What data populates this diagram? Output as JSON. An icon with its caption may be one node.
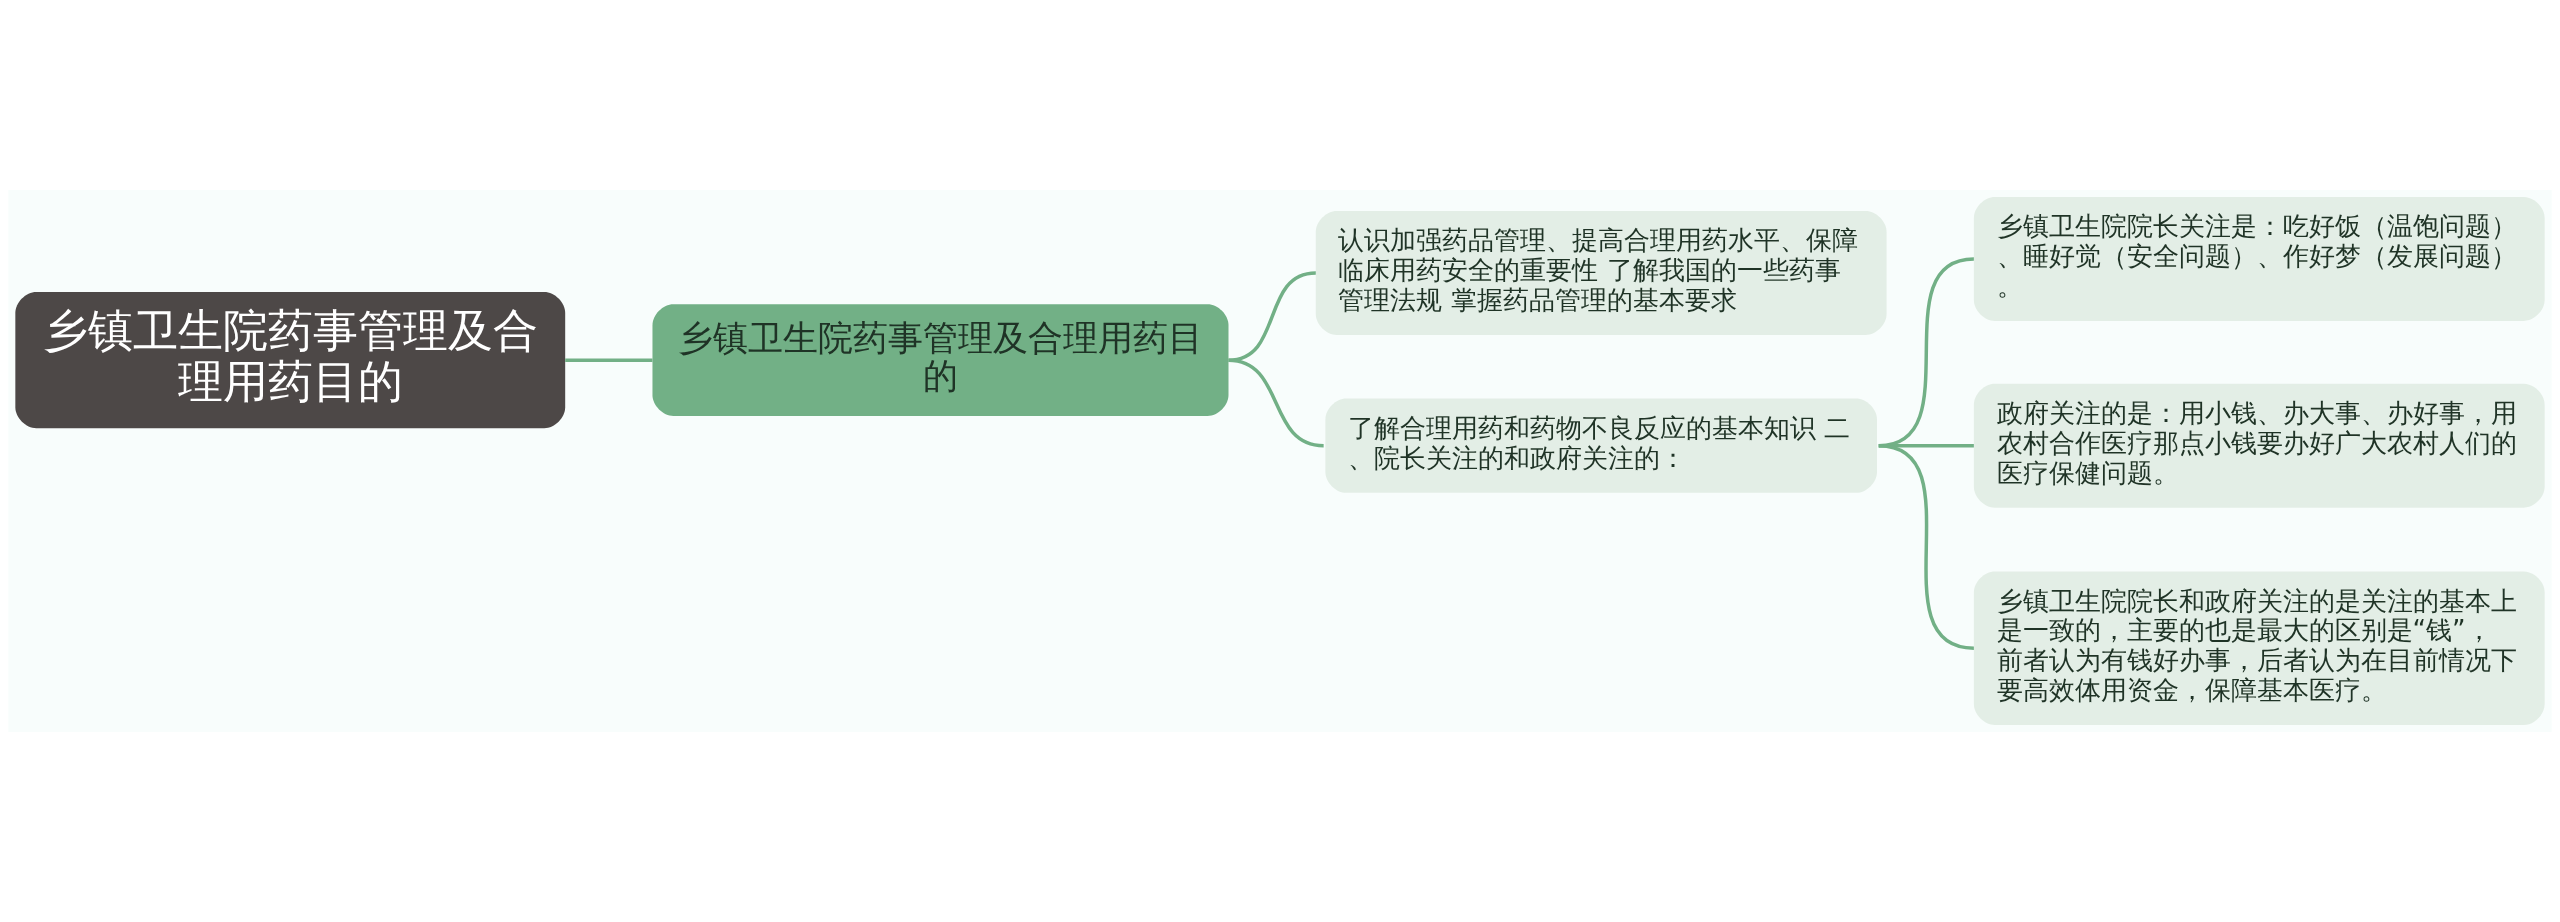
{
  "diagram": {
    "nodes": [
      {
        "text": [
          "乡镇卫生院药事管理及合理用药目的"
        ]
      },
      {
        "text": [
          "乡镇卫生院药事管理及合理用药目的"
        ]
      },
      {
        "text": [
          "认识加强药品管理、提高合理用药水平、保障临床用药安全的重要性 了解我国的一些药事管理法规 掌握药品管理的基本要求"
        ]
      },
      {
        "text": [
          "了解合理用药和药物不良反应的基本知识 二、院长关注的和政府关注的："
        ]
      },
      {
        "text": [
          "乡镇卫生院院长关注是：吃好饭（温饱问题）、睡好觉（安全问题）、作好梦（发展问题）。"
        ]
      },
      {
        "text": [
          "政府关注的是：用小钱、办大事、办好事，用农村合作医疗那点小钱要办好广大农村人们的医疗保健问题。"
        ]
      },
      {
        "text": [
          "乡镇卫生院院长和政府关注的是关注的基本上是一致的，主要的也是最大的区别是“钱”，前者认为有钱好办事，后者认为在目前情况下要高效体用资金，保障基本医疗。"
        ]
      }
    ],
    "edges": [
      {
        "from": 0,
        "to": 1,
        "arrow": "none"
      },
      {
        "from": 1,
        "to": 2,
        "arrow": "none"
      },
      {
        "from": 1,
        "to": 3,
        "arrow": "none"
      },
      {
        "from": 3,
        "to": 4,
        "arrow": "none"
      },
      {
        "from": 3,
        "to": 5,
        "arrow": "none"
      },
      {
        "from": 3,
        "to": 6,
        "arrow": "none"
      }
    ]
  }
}
